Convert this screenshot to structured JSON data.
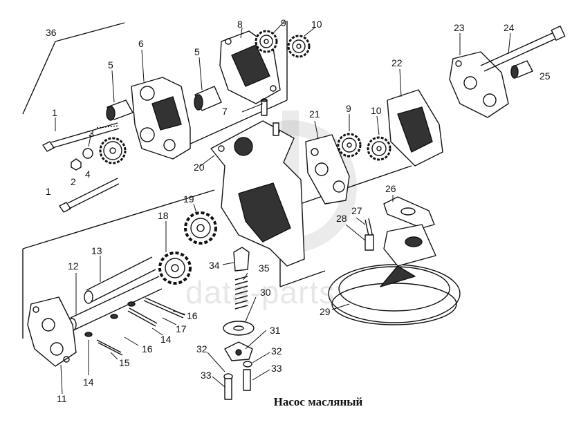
{
  "caption": "Насос масляный",
  "watermark": "data-parts",
  "callouts": [
    "36",
    "6",
    "8",
    "9",
    "10",
    "23",
    "24",
    "5",
    "5",
    "25",
    "22",
    "1",
    "3",
    "7",
    "21",
    "9",
    "10",
    "2",
    "4",
    "20",
    "1",
    "26",
    "19",
    "27",
    "28",
    "18",
    "13",
    "34",
    "12",
    "35",
    "30",
    "29",
    "16",
    "14",
    "17",
    "16",
    "31",
    "14",
    "15",
    "32",
    "32",
    "33",
    "33",
    "11"
  ]
}
